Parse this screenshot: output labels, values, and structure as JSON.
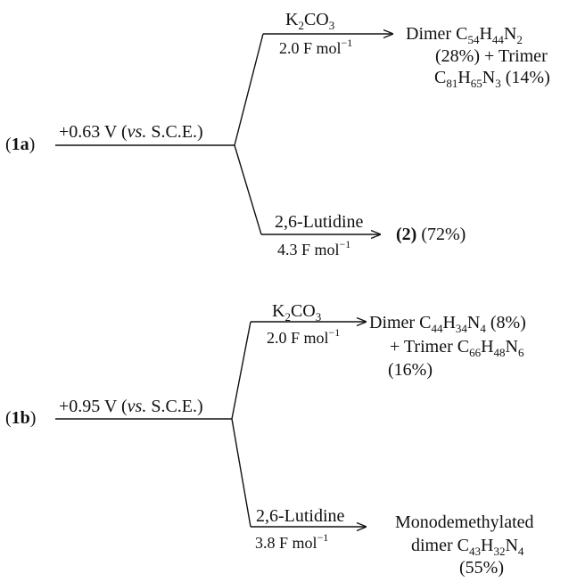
{
  "scheme_a": {
    "compound": "1a",
    "potential": "+0.63 V (vs. S.C.E.)",
    "upper": {
      "reagent_base": "K",
      "reagent_sub1": "2",
      "reagent_mid": "CO",
      "reagent_sub2": "3",
      "charge": "2.0 F mol",
      "charge_exp": "−1",
      "product_line1_a": "Dimer C",
      "product_line1_sub1": "54",
      "product_line1_b": "H",
      "product_line1_sub2": "44",
      "product_line1_c": "N",
      "product_line1_sub3": "2",
      "product_line2": "(28%) + Trimer",
      "product_line3_a": "C",
      "product_line3_sub1": "81",
      "product_line3_b": "H",
      "product_line3_sub2": "65",
      "product_line3_c": "N",
      "product_line3_sub3": "3",
      "product_line3_d": " (14%)"
    },
    "lower": {
      "reagent": "2,6-Lutidine",
      "charge": "4.3 F mol",
      "charge_exp": "−1",
      "product_bold": "(2)",
      "product_rest": " (72%)"
    }
  },
  "scheme_b": {
    "compound": "1b",
    "potential": "+0.95 V (vs. S.C.E.)",
    "upper": {
      "reagent_base": "K",
      "reagent_sub1": "2",
      "reagent_mid": "CO",
      "reagent_sub2": "3",
      "charge": "2.0 F mol",
      "charge_exp": "−1",
      "product_line1_a": "Dimer C",
      "product_line1_sub1": "44",
      "product_line1_b": "H",
      "product_line1_sub2": "34",
      "product_line1_c": "N",
      "product_line1_sub3": "4",
      "product_line1_d": " (8%)",
      "product_line2_a": "+ Trimer C",
      "product_line2_sub1": "66",
      "product_line2_b": "H",
      "product_line2_sub2": "48",
      "product_line2_c": "N",
      "product_line2_sub3": "6",
      "product_line3": "(16%)"
    },
    "lower": {
      "reagent": "2,6-Lutidine",
      "charge": "3.8 F mol",
      "charge_exp": "−1",
      "product_line1": "Monodemethylated",
      "product_line2_a": "dimer C",
      "product_line2_sub1": "43",
      "product_line2_b": "H",
      "product_line2_sub2": "32",
      "product_line2_c": "N",
      "product_line2_sub3": "4",
      "product_line3": "(55%)"
    }
  },
  "colors": {
    "ink": "#111111",
    "background": "#ffffff"
  }
}
